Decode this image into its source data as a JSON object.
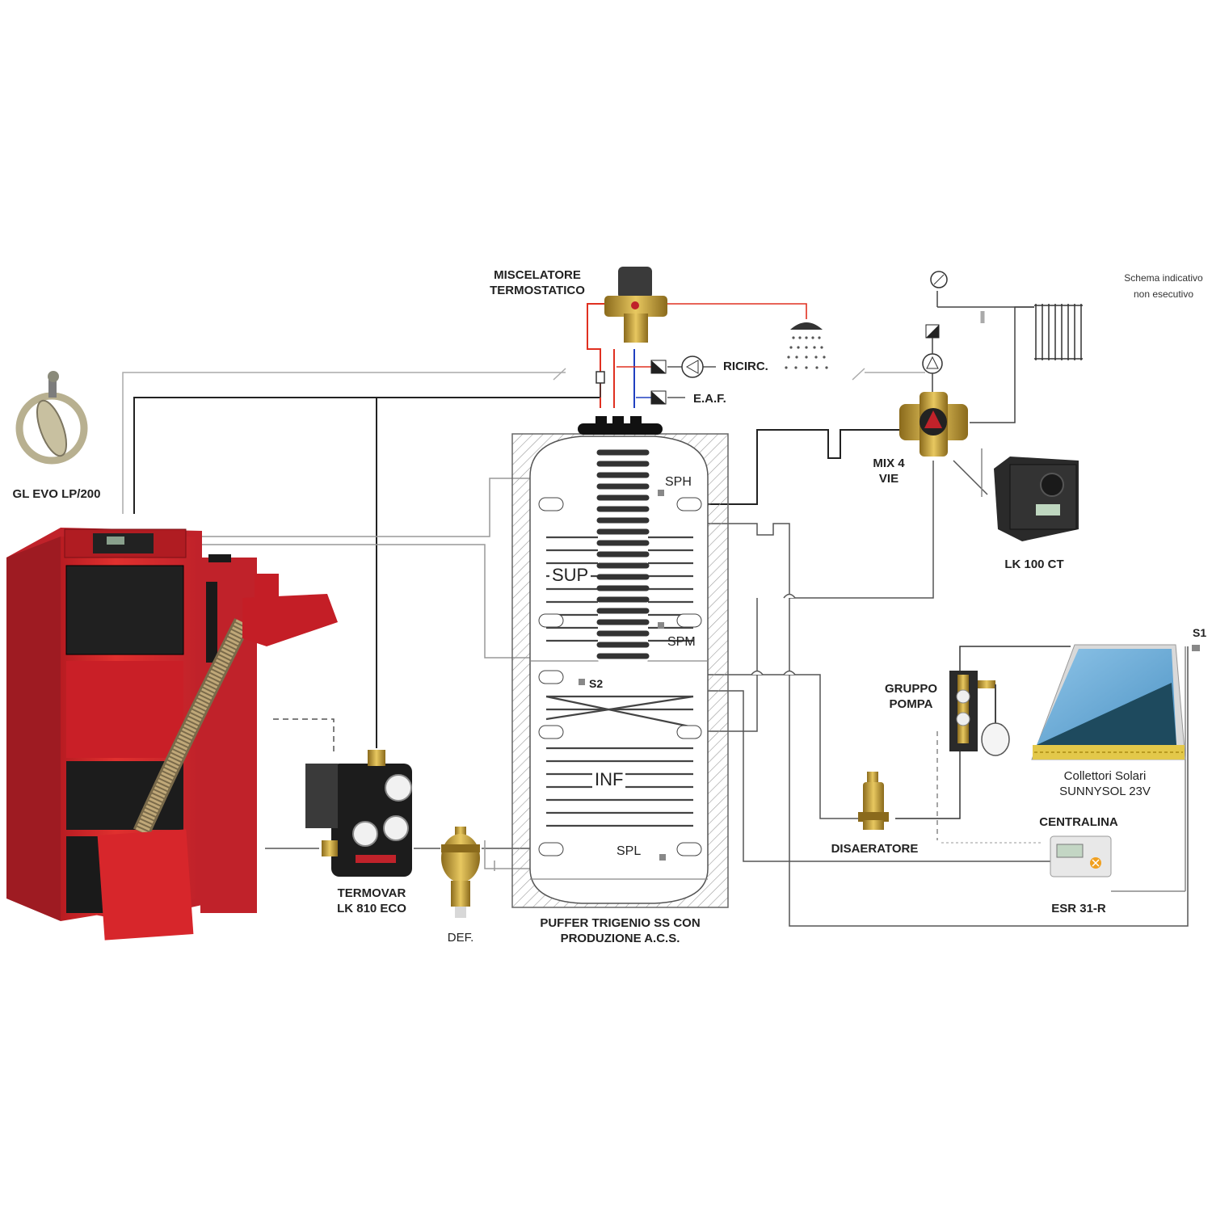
{
  "note": {
    "line1": "Schema indicativo",
    "line2": "non esecutivo"
  },
  "components": {
    "mixer": {
      "line1": "MISCELATORE",
      "line2": "TERMOSTATICO",
      "icon": "thermostatic-mixer-valve-icon"
    },
    "ricirc": {
      "label": "RICIRC.",
      "icon": "recirculation-pump-icon"
    },
    "eaf": {
      "label": "E.A.F.",
      "icon": "check-valve-icon"
    },
    "mix4": {
      "line1": "MIX 4",
      "line2": "VIE",
      "icon": "four-way-mixing-valve-icon"
    },
    "actuator": {
      "label": "LK 100 CT",
      "icon": "valve-actuator-icon"
    },
    "damper": {
      "label": "GL EVO LP/200",
      "icon": "flue-damper-icon"
    },
    "boiler": {
      "icon": "pellet-boiler-icon"
    },
    "termovar": {
      "line1": "TERMOVAR",
      "line2": "LK 810 ECO",
      "icon": "load-unit-icon"
    },
    "def": {
      "label": "DEF.",
      "icon": "dirt-separator-icon"
    },
    "puffer": {
      "line1": "PUFFER TRIGENIO SS CON",
      "line2": "PRODUZIONE A.C.S.",
      "icon": "buffer-tank-icon"
    },
    "zones": {
      "upper": "SUP",
      "lower": "INF"
    },
    "sensors": {
      "sph": "SPH",
      "spm": "SPM",
      "spl": "SPL",
      "s2": "S2",
      "s1": "S1"
    },
    "pump_group": {
      "line1": "GRUPPO",
      "line2": "POMPA",
      "icon": "solar-pump-group-icon"
    },
    "deaerator": {
      "label": "DISAERATORE",
      "icon": "deaerator-icon"
    },
    "collectors": {
      "line1": "Collettori Solari",
      "line2": "SUNNYSOL 23V",
      "icon": "solar-collector-icon"
    },
    "controller": {
      "title": "CENTRALINA",
      "model": "ESR 31-R",
      "icon": "solar-controller-icon"
    },
    "shower": {
      "icon": "shower-icon"
    },
    "radiator": {
      "icon": "radiator-icon"
    },
    "gauge": {
      "icon": "pressure-gauge-icon"
    }
  },
  "colors": {
    "boiler_red": "#d7262b",
    "hot_line": "#e03020",
    "cold_line": "#2040c0",
    "brass": "#c9a235",
    "solar_blue": "#5aa0d0",
    "solar_dark": "#1e4a5e"
  }
}
